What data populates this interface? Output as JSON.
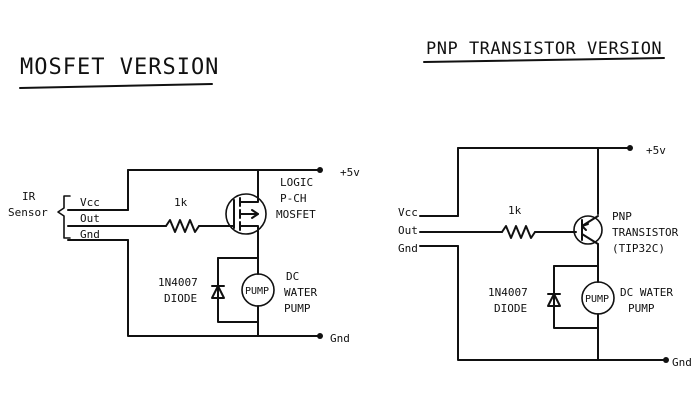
{
  "mosfet": {
    "title": "MOSFET VERSION",
    "sensor_line1": "IR",
    "sensor_line2": "Sensor",
    "vcc": "Vcc",
    "out": "Out",
    "gnd": "Gnd",
    "resistor": "1k",
    "transistor_line1": "LOGIC",
    "transistor_line2": "P-CH",
    "transistor_line3": "MOSFET",
    "diode_line1": "1N4007",
    "diode_line2": "DIODE",
    "pump_symbol": "PUMP",
    "pump_line1": "DC",
    "pump_line2": "WATER",
    "pump_line3": "PUMP",
    "supply": "+5v",
    "ground": "Gnd"
  },
  "pnp": {
    "title": "PNP TRANSISTOR VERSION",
    "vcc": "Vcc",
    "out": "Out",
    "gnd": "Gnd",
    "resistor": "1k",
    "transistor_line1": "PNP",
    "transistor_line2": "TRANSISTOR",
    "transistor_line3": "(TIP32C)",
    "diode_line1": "1N4007",
    "diode_line2": "DIODE",
    "pump_symbol": "PUMP",
    "pump_line1": "DC WATER",
    "pump_line2": "PUMP",
    "supply": "+5v",
    "ground": "Gnd"
  }
}
